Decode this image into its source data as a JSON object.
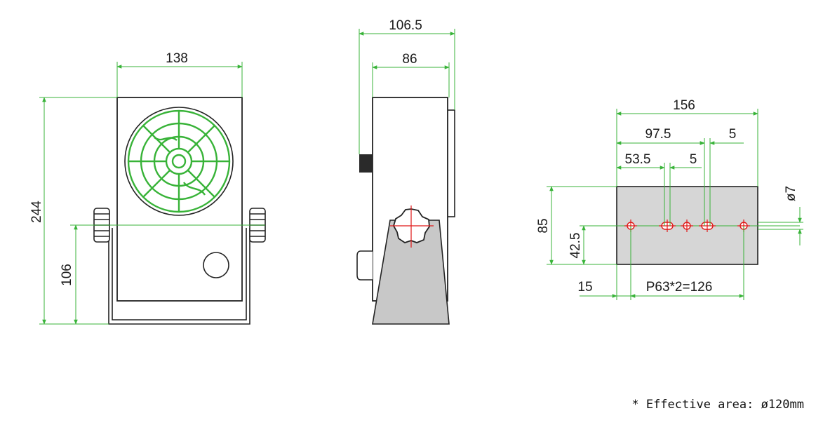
{
  "front_view": {
    "width": "138",
    "height": "244",
    "knob_height": "106"
  },
  "side_view": {
    "overall_depth": "106.5",
    "body_depth": "86"
  },
  "mount_plate": {
    "width": "156",
    "height": "85",
    "hole_row_height": "42.5",
    "dim_97_5": "97.5",
    "dim_53_5": "53.5",
    "slot_5_upper": "5",
    "slot_5_lower": "5",
    "hole_diameter": "ø7",
    "edge_offset": "15",
    "pitch": "P63*2=126"
  },
  "note": "* Effective area: ø120mm",
  "colors": {
    "dimension": "#38b338",
    "outline": "#222222",
    "center_marks": "#e01818",
    "plate_fill": "#d6d6d6"
  }
}
